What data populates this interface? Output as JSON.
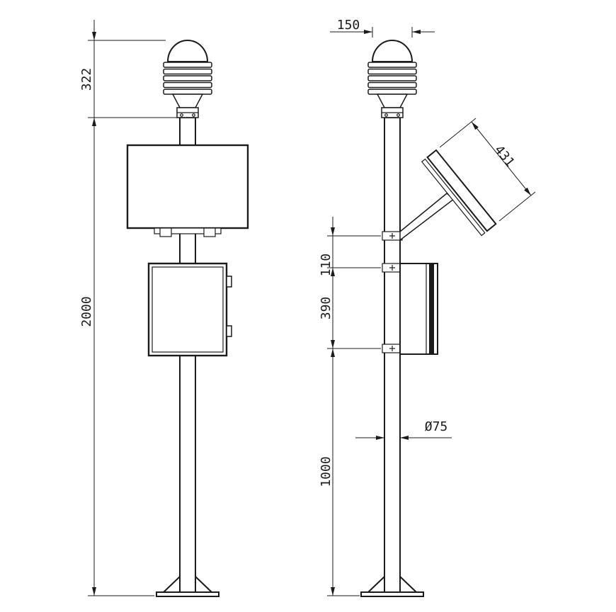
{
  "colors": {
    "line": "#1b1b1b",
    "background": "#ffffff"
  },
  "front_view": {
    "dimensions": {
      "sensor_height": "322",
      "total_height": "2000"
    }
  },
  "side_view": {
    "dimensions": {
      "sensor_width": "150",
      "solar_panel_length": "431",
      "strut_to_box_gap": "110",
      "box_mount_height": "390",
      "lower_pole_height": "1000",
      "pole_diameter": "Ø75"
    }
  }
}
